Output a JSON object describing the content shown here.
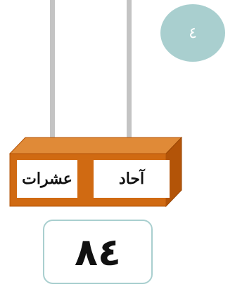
{
  "badge": {
    "text": "٤"
  },
  "abacus": {
    "tens_label": "عشرات",
    "ones_label": "آحاد"
  },
  "number": {
    "text": "٨٤"
  },
  "colors": {
    "base": "#d06a12",
    "base_light": "#e08a37",
    "base_dark": "#b35408",
    "rod": "#c4c4c4",
    "accent": "#a9cfcf"
  }
}
